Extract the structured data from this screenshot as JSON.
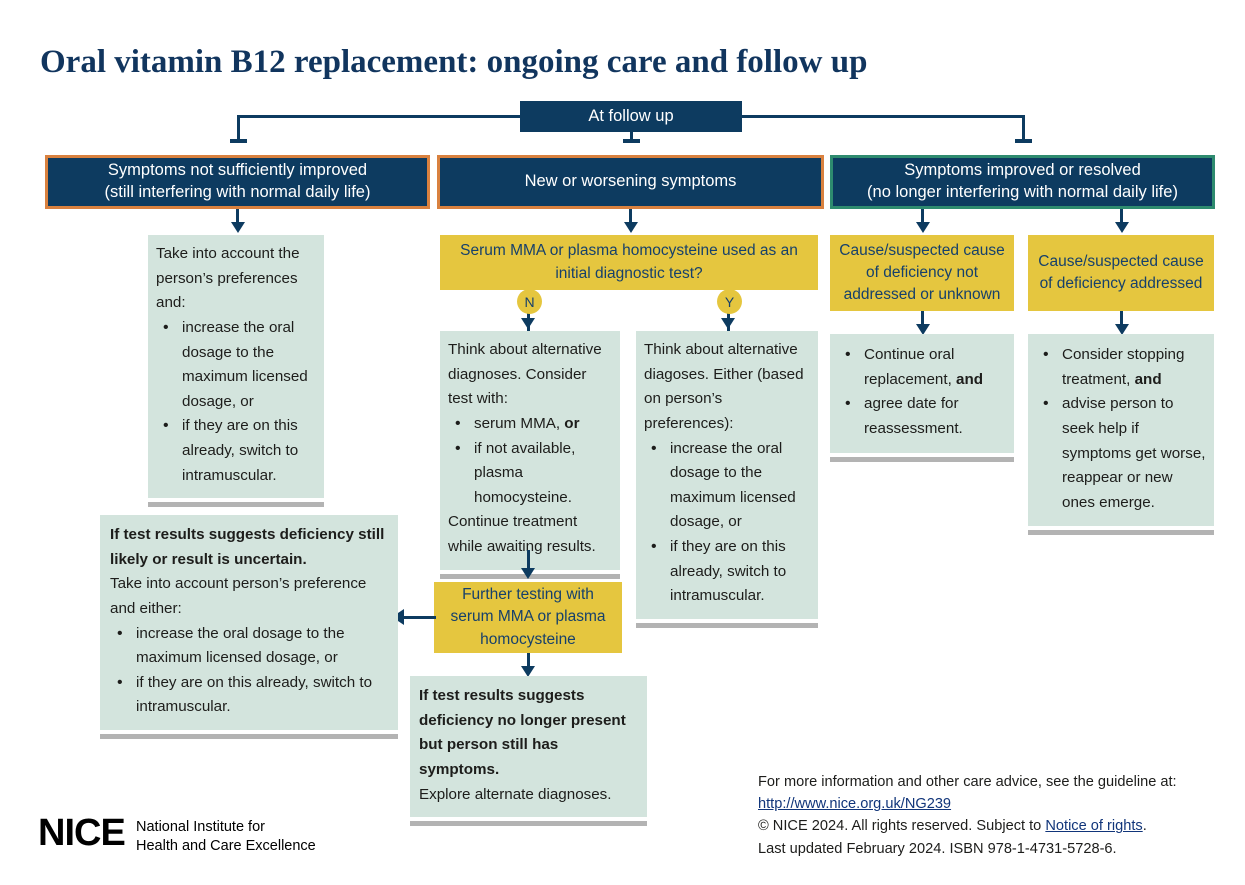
{
  "page": {
    "title": "Oral vitamin B12 replacement: ongoing care and follow up"
  },
  "colors": {
    "navy": "#0d3b60",
    "orange_border": "#d9813f",
    "green_border": "#2e8b6f",
    "yellow": "#e5c63f",
    "mint": "#d3e4dd",
    "title_navy": "#11355e",
    "shadow_grey": "#b3b3b3"
  },
  "root": {
    "label": "At follow up"
  },
  "branches": [
    {
      "id": "not-improved",
      "header": {
        "line1": "Symptoms not sufficiently improved",
        "line2": "(still interfering with normal daily life)",
        "border": "orange"
      }
    },
    {
      "id": "new-worsening",
      "header": {
        "line1": "New or worsening symptoms",
        "line2": "",
        "border": "orange"
      }
    },
    {
      "id": "improved",
      "header": {
        "line1": "Symptoms improved or resolved",
        "line2": "(no longer interfering with normal daily life)",
        "border": "green"
      }
    }
  ],
  "boxes": {
    "take_into_account": {
      "intro": "Take into account the person’s preferences and:",
      "bullets": [
        "increase the oral dosage to the maximum licensed dosage, or",
        "if they are on this already, switch to intramuscular."
      ]
    },
    "decision_mma": {
      "text": "Serum MMA or plasma homocysteine used as an initial diagnostic test?"
    },
    "branch_no_label": "N",
    "branch_yes_label": "Y",
    "think_alt_consider": {
      "intro": "Think about alternative diagnoses. Consider test with:",
      "bullets": [
        {
          "text": "serum MMA, ",
          "bold_tail": "or"
        },
        {
          "text": "if not available, plasma homocysteine.",
          "bold_tail": ""
        }
      ],
      "outro": "Continue treatment while awaiting results."
    },
    "think_alt_either": {
      "intro": "Think about alternative diagoses. Either (based on person’s preferences):",
      "bullets": [
        "increase the oral dosage to the maximum licensed dosage, or",
        "if they are on this already, switch to intramuscular."
      ]
    },
    "cause_not_addressed": {
      "text": "Cause/suspected cause of deficiency not addressed or unknown"
    },
    "cause_addressed": {
      "text": "Cause/suspected cause of deficiency addressed"
    },
    "continue_oral": {
      "bullets": [
        {
          "text": "Continue oral replacement, ",
          "bold_tail": "and"
        },
        {
          "text": "agree date for reassessment.",
          "bold_tail": ""
        }
      ]
    },
    "consider_stopping": {
      "bullets": [
        {
          "text": "Consider stopping treatment, ",
          "bold_tail": "and"
        },
        {
          "text": "advise person to seek help if symptoms get worse, reappear or new ones emerge.",
          "bold_tail": ""
        }
      ]
    },
    "further_testing": {
      "text": "Further testing with serum MMA or plasma homocysteine"
    },
    "result_still_likely": {
      "bold_intro": "If test results suggests deficiency still likely or result is uncertain.",
      "intro": "Take into account person’s preference and either:",
      "bullets": [
        "increase the oral dosage to the maximum licensed dosage, or",
        "if they are on this already, switch to intramuscular."
      ]
    },
    "result_no_longer": {
      "bold_intro": "If test results suggests deficiency no longer present but person still has symptoms.",
      "outro": "Explore alternate diagnoses."
    }
  },
  "footer": {
    "line1": "For more information and other care advice, see the guideline at:",
    "url": "http://www.nice.org.uk/NG239",
    "copyright_pre": "© NICE 2024. All rights reserved. Subject to ",
    "copyright_link": "Notice of rights",
    "copyright_post": ".",
    "line4": "Last updated February 2024. ISBN 978-1-4731-5728-6."
  },
  "logo": {
    "mark": "NICE",
    "sub_line1": "National Institute for",
    "sub_line2": "Health and Care Excellence"
  }
}
